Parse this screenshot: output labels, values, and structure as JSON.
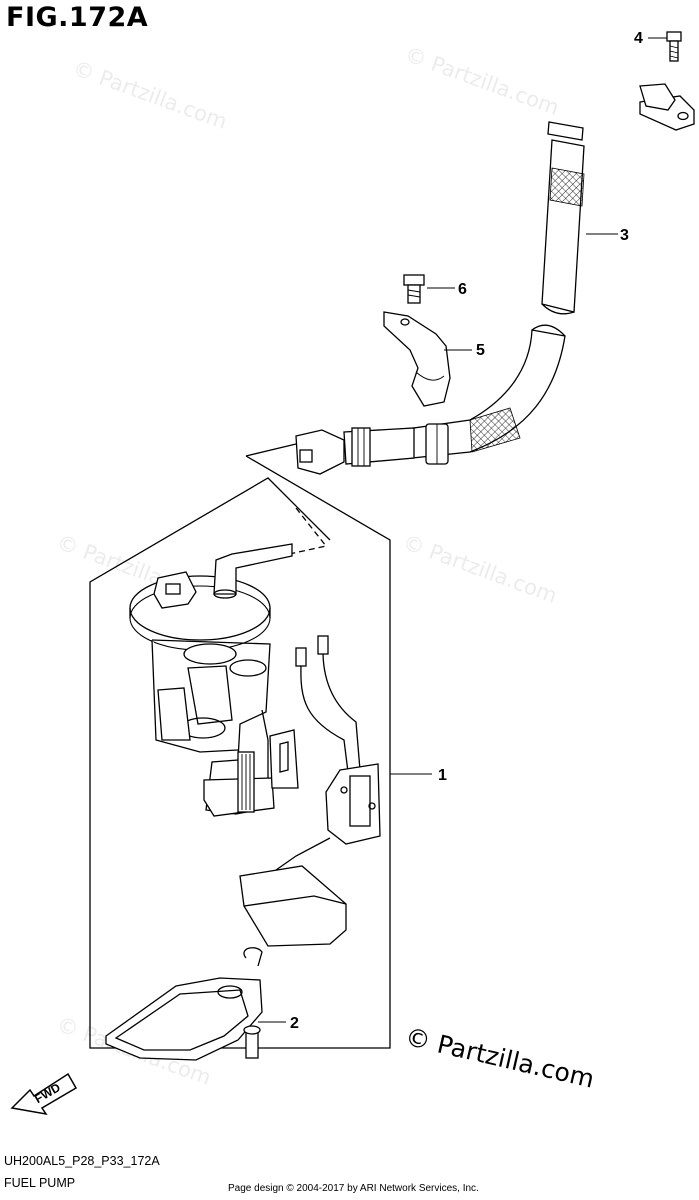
{
  "figure_title": "FIG.172A",
  "callouts": {
    "c1": "1",
    "c2": "2",
    "c3": "3",
    "c4": "4",
    "c5": "5",
    "c6": "6"
  },
  "watermark_text": "© Partzilla.com",
  "brand_watermark": "© Partzilla.com",
  "fwd_label": "FWD",
  "diagram_code": "UH200AL5_P28_P33_172A",
  "subtitle": "FUEL PUMP",
  "footer": "Page design © 2004-2017 by ARI Network Services, Inc."
}
